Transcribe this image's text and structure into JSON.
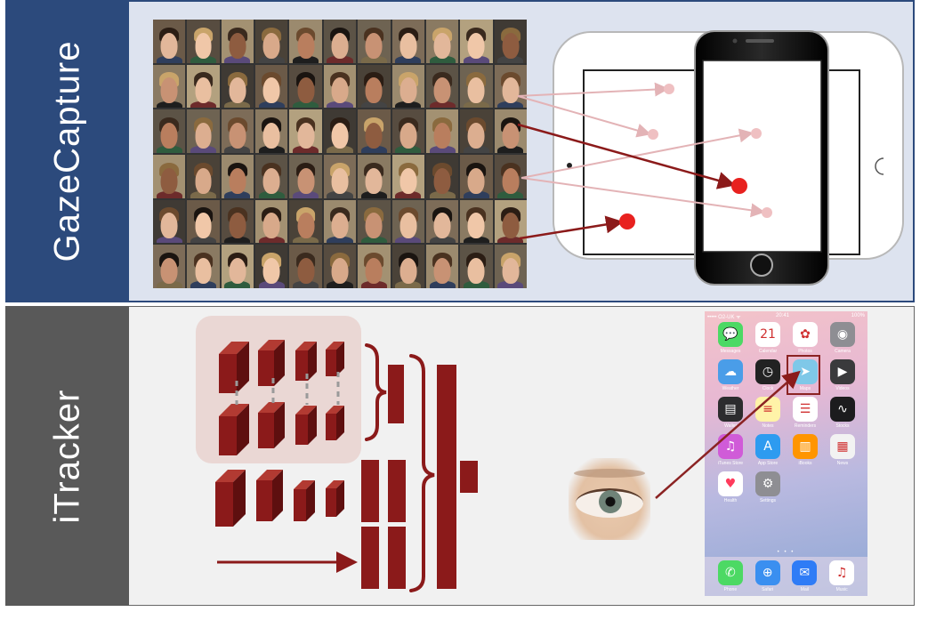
{
  "sections": {
    "top_label": "GazeCapture",
    "bottom_label": "iTracker"
  },
  "colors": {
    "top_bar": "#2c4a7c",
    "bottom_bar": "#595959",
    "dark_red": "#8b1a1a",
    "gaze_red": "#e8211f",
    "gaze_pink": "#efc0c2"
  },
  "faces": {
    "rows": 6,
    "cols": 11
  },
  "ios": {
    "status_left": "••••• O2-UK ᯤ",
    "status_center": "20:41",
    "status_right": "100%",
    "apps": [
      {
        "name": "Messages",
        "icon": "message-icon",
        "color": "#4cd964",
        "glyph": "💬"
      },
      {
        "name": "Calendar",
        "icon": "calendar-icon",
        "color": "#ffffff",
        "glyph": "21"
      },
      {
        "name": "Photos",
        "icon": "photos-icon",
        "color": "#ffffff",
        "glyph": "✿"
      },
      {
        "name": "Camera",
        "icon": "camera-icon",
        "color": "#8e8e93",
        "glyph": "◉"
      },
      {
        "name": "Weather",
        "icon": "weather-icon",
        "color": "#4a9de8",
        "glyph": "☁"
      },
      {
        "name": "Clock",
        "icon": "clock-icon",
        "color": "#222222",
        "glyph": "◷"
      },
      {
        "name": "Maps",
        "icon": "maps-icon",
        "color": "#7fc8e8",
        "glyph": "➤"
      },
      {
        "name": "Videos",
        "icon": "videos-icon",
        "color": "#3a3a3c",
        "glyph": "▶"
      },
      {
        "name": "Wallet",
        "icon": "wallet-icon",
        "color": "#2c2c2e",
        "glyph": "▤"
      },
      {
        "name": "Notes",
        "icon": "notes-icon",
        "color": "#fff3a8",
        "glyph": "≡"
      },
      {
        "name": "Reminders",
        "icon": "reminders-icon",
        "color": "#ffffff",
        "glyph": "☰"
      },
      {
        "name": "Stocks",
        "icon": "stocks-icon",
        "color": "#1c1c1e",
        "glyph": "∿"
      },
      {
        "name": "iTunes Store",
        "icon": "itunes-icon",
        "color": "#d05bd8",
        "glyph": "♫"
      },
      {
        "name": "App Store",
        "icon": "appstore-icon",
        "color": "#2d9bf0",
        "glyph": "A"
      },
      {
        "name": "iBooks",
        "icon": "ibooks-icon",
        "color": "#ff9500",
        "glyph": "▥"
      },
      {
        "name": "News",
        "icon": "news-icon",
        "color": "#f2f2f2",
        "glyph": "▦"
      },
      {
        "name": "Health",
        "icon": "health-icon",
        "color": "#ffffff",
        "glyph": "♥"
      },
      {
        "name": "Settings",
        "icon": "settings-icon",
        "color": "#8e8e93",
        "glyph": "⚙"
      }
    ],
    "dock": [
      {
        "name": "Phone",
        "icon": "phone-icon",
        "color": "#4cd964",
        "glyph": "✆"
      },
      {
        "name": "Safari",
        "icon": "safari-icon",
        "color": "#3a8ff0",
        "glyph": "⊕"
      },
      {
        "name": "Mail",
        "icon": "mail-icon",
        "color": "#2f7cf6",
        "glyph": "✉"
      },
      {
        "name": "Music",
        "icon": "music-icon",
        "color": "#ffffff",
        "glyph": "♫"
      }
    ]
  }
}
